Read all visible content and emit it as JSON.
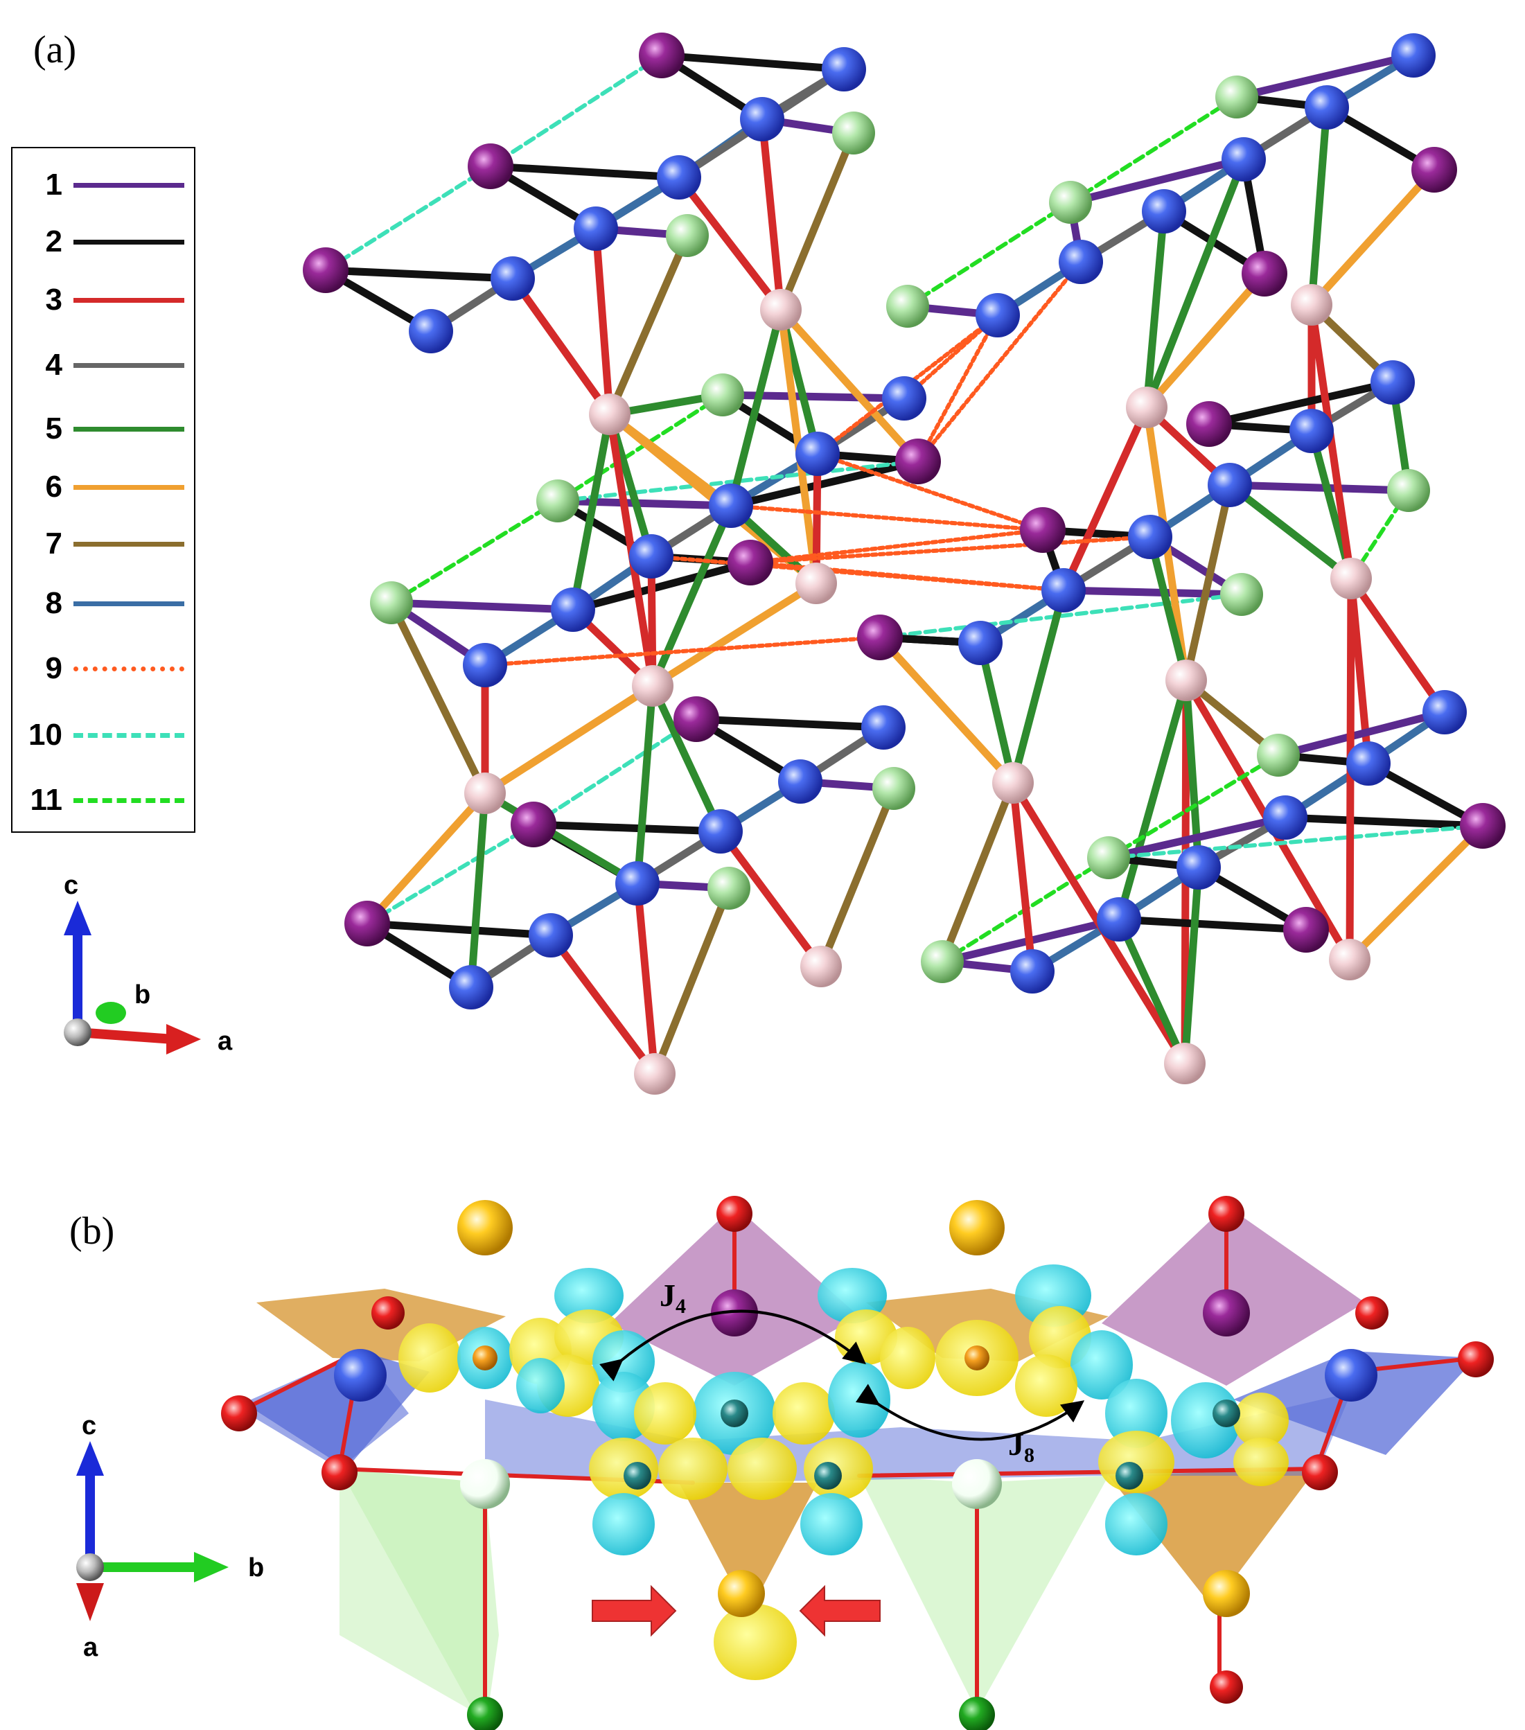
{
  "panels": {
    "a": {
      "label": "(a)",
      "legend": [
        {
          "num": "1",
          "color": "#5b2a8e",
          "style": "solid"
        },
        {
          "num": "2",
          "color": "#111111",
          "style": "solid"
        },
        {
          "num": "3",
          "color": "#d42a2a",
          "style": "solid"
        },
        {
          "num": "4",
          "color": "#666666",
          "style": "solid"
        },
        {
          "num": "5",
          "color": "#2e8b2e",
          "style": "solid"
        },
        {
          "num": "6",
          "color": "#f0a030",
          "style": "solid"
        },
        {
          "num": "7",
          "color": "#8b6e2e",
          "style": "solid"
        },
        {
          "num": "8",
          "color": "#3a6ea5",
          "style": "solid"
        },
        {
          "num": "9",
          "color": "#ff5a1f",
          "style": "dotted"
        },
        {
          "num": "10",
          "color": "#3de0b8",
          "style": "dashed"
        },
        {
          "num": "11",
          "color": "#22dd22",
          "style": "dashed"
        }
      ],
      "axes": {
        "c": "c",
        "b": "b",
        "a": "a"
      }
    },
    "b": {
      "label": "(b)",
      "annotations": {
        "j4": {
          "base": "J",
          "sub": "4"
        },
        "j8": {
          "base": "J",
          "sub": "8"
        }
      },
      "axes": {
        "c": "c",
        "b": "b",
        "a": "a"
      }
    }
  },
  "colors": {
    "blue_atom": "#3355dd",
    "purple_atom": "#8a1a8a",
    "pink_atom": "#f0c8cc",
    "green_atom": "#a8e0a0",
    "red_atom": "#ee2222",
    "orange_atom": "#f5a020",
    "yellow_lobe": "#ffee33",
    "cyan_lobe": "#22d8e8"
  }
}
